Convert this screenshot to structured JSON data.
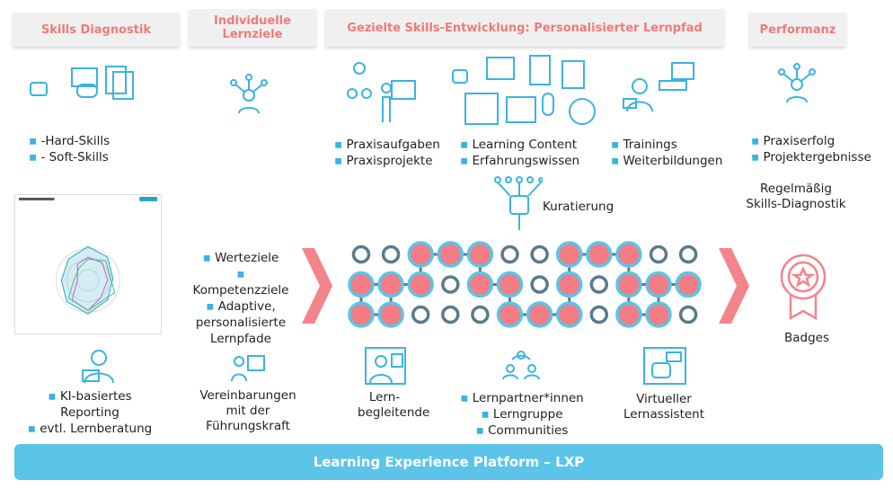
{
  "headers": [
    "Skills Diagnostik",
    "Individuelle Lernziele",
    "Gezielte Skills-Entwicklung: Personalisierter Lernpfad",
    "Performanz"
  ],
  "skills": [
    "-Hard-Skills",
    "- Soft-Skills"
  ],
  "praxis": [
    "Praxisaufgaben",
    "Praxisprojekte"
  ],
  "content": [
    "Learning Content",
    "Erfahrungswissen"
  ],
  "trainings": [
    "Trainings",
    "Weiterbildungen"
  ],
  "performanz": [
    "Praxiserfolg",
    "Projektergebnisse"
  ],
  "regel": "Regelmäßig Skills-Diagnostik",
  "kuratierung": "Kuratierung",
  "ziele": [
    "Werteziele",
    "Kompetenzziele",
    "Adaptive, personalisierte Lernpfade"
  ],
  "badges": "Badges",
  "reporting": [
    "KI-basiertes Reporting",
    "evtl. Lernberatung"
  ],
  "vereinbarungen": "Vereinbarungen mit der Führungskraft",
  "lernbegleitende": "Lern-begleitende",
  "lernpartner": [
    "Lernpartner*innen",
    "Lerngruppe",
    "Communities"
  ],
  "assistent": "Virtueller Lernassistent",
  "lxp": "Learning Experience Platform – LXP",
  "path_grid": [
    [
      0,
      0,
      1,
      1,
      1,
      0,
      0,
      1,
      1,
      1,
      0,
      0
    ],
    [
      1,
      1,
      1,
      0,
      1,
      1,
      0,
      1,
      0,
      1,
      1,
      1
    ],
    [
      1,
      1,
      0,
      0,
      0,
      1,
      1,
      1,
      0,
      1,
      1,
      0
    ]
  ],
  "colors": {
    "accent": "#f07a7a",
    "blue": "#3bb3e0",
    "node_fill": "#f47c84",
    "node_ring": "#5bc4e8",
    "empty_ring": "#5a7a8a"
  }
}
